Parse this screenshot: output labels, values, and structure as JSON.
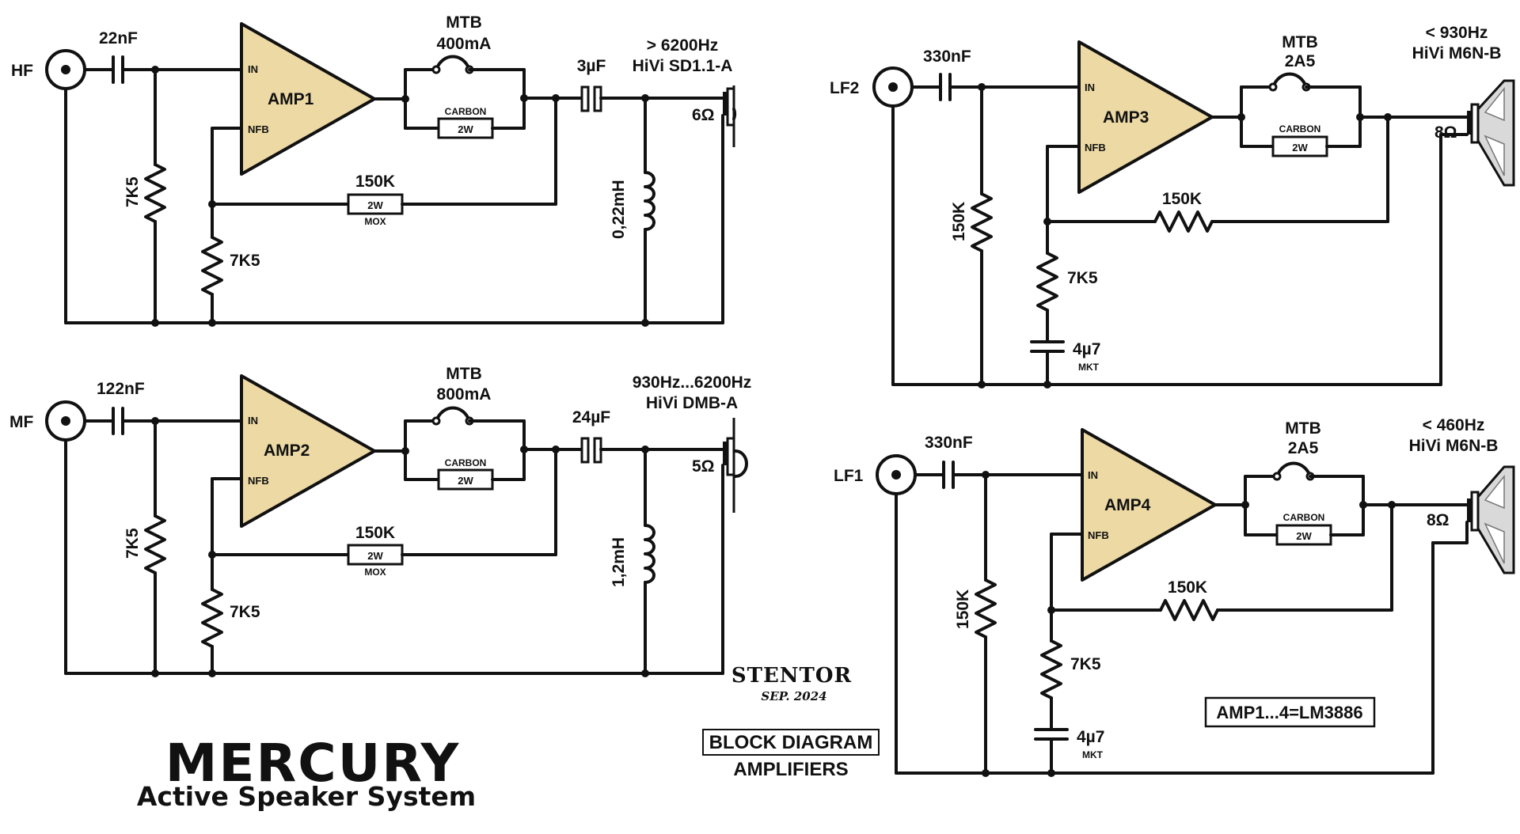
{
  "title": "MERCURY",
  "subtitle": "Active Speaker System",
  "brand": "STENTOR",
  "date": "SEP. 2024",
  "block_diagram_line1": "BLOCK DIAGRAM",
  "block_diagram_line2": "AMPLIFIERS",
  "amp_note": "AMP1...4=LM3886",
  "pin_in": "IN",
  "pin_nfb": "NFB",
  "carbon_label": "CARBON",
  "mox_label": "MOX",
  "mkt_label": "MKT",
  "amplifiers": [
    {
      "input": "HF",
      "amp": "AMP1",
      "input_cap": "22nF",
      "shunt_res": "7K5",
      "fuse_name": "MTB",
      "fuse_rating": "400mA",
      "fuse_res": "2W",
      "feedback_res": "150K",
      "feedback_res_power": "2W",
      "ground_res": "7K5",
      "series_cap": "3µF",
      "coil": "0,22mH",
      "band": "> 6200Hz",
      "driver": "HiVi SD1.1-A",
      "impedance": "6Ω"
    },
    {
      "input": "MF",
      "amp": "AMP2",
      "input_cap": "122nF",
      "shunt_res": "7K5",
      "fuse_name": "MTB",
      "fuse_rating": "800mA",
      "fuse_res": "2W",
      "feedback_res": "150K",
      "feedback_res_power": "2W",
      "ground_res": "7K5",
      "series_cap": "24µF",
      "coil": "1,2mH",
      "band": "930Hz...6200Hz",
      "driver": "HiVi DMB-A",
      "impedance": "5Ω"
    },
    {
      "input": "LF2",
      "amp": "AMP3",
      "input_cap": "330nF",
      "shunt_res": "150K",
      "fuse_name": "MTB",
      "fuse_rating": "2A5",
      "fuse_res": "2W",
      "feedback_res": "150K",
      "ground_res": "7K5",
      "ground_cap": "4µ7",
      "band": "< 930Hz",
      "driver": "HiVi M6N-B",
      "impedance": "8Ω"
    },
    {
      "input": "LF1",
      "amp": "AMP4",
      "input_cap": "330nF",
      "shunt_res": "150K",
      "fuse_name": "MTB",
      "fuse_rating": "2A5",
      "fuse_res": "2W",
      "feedback_res": "150K",
      "ground_res": "7K5",
      "ground_cap": "4µ7",
      "band": "< 460Hz",
      "driver": "HiVi M6N-B",
      "impedance": "8Ω"
    }
  ]
}
